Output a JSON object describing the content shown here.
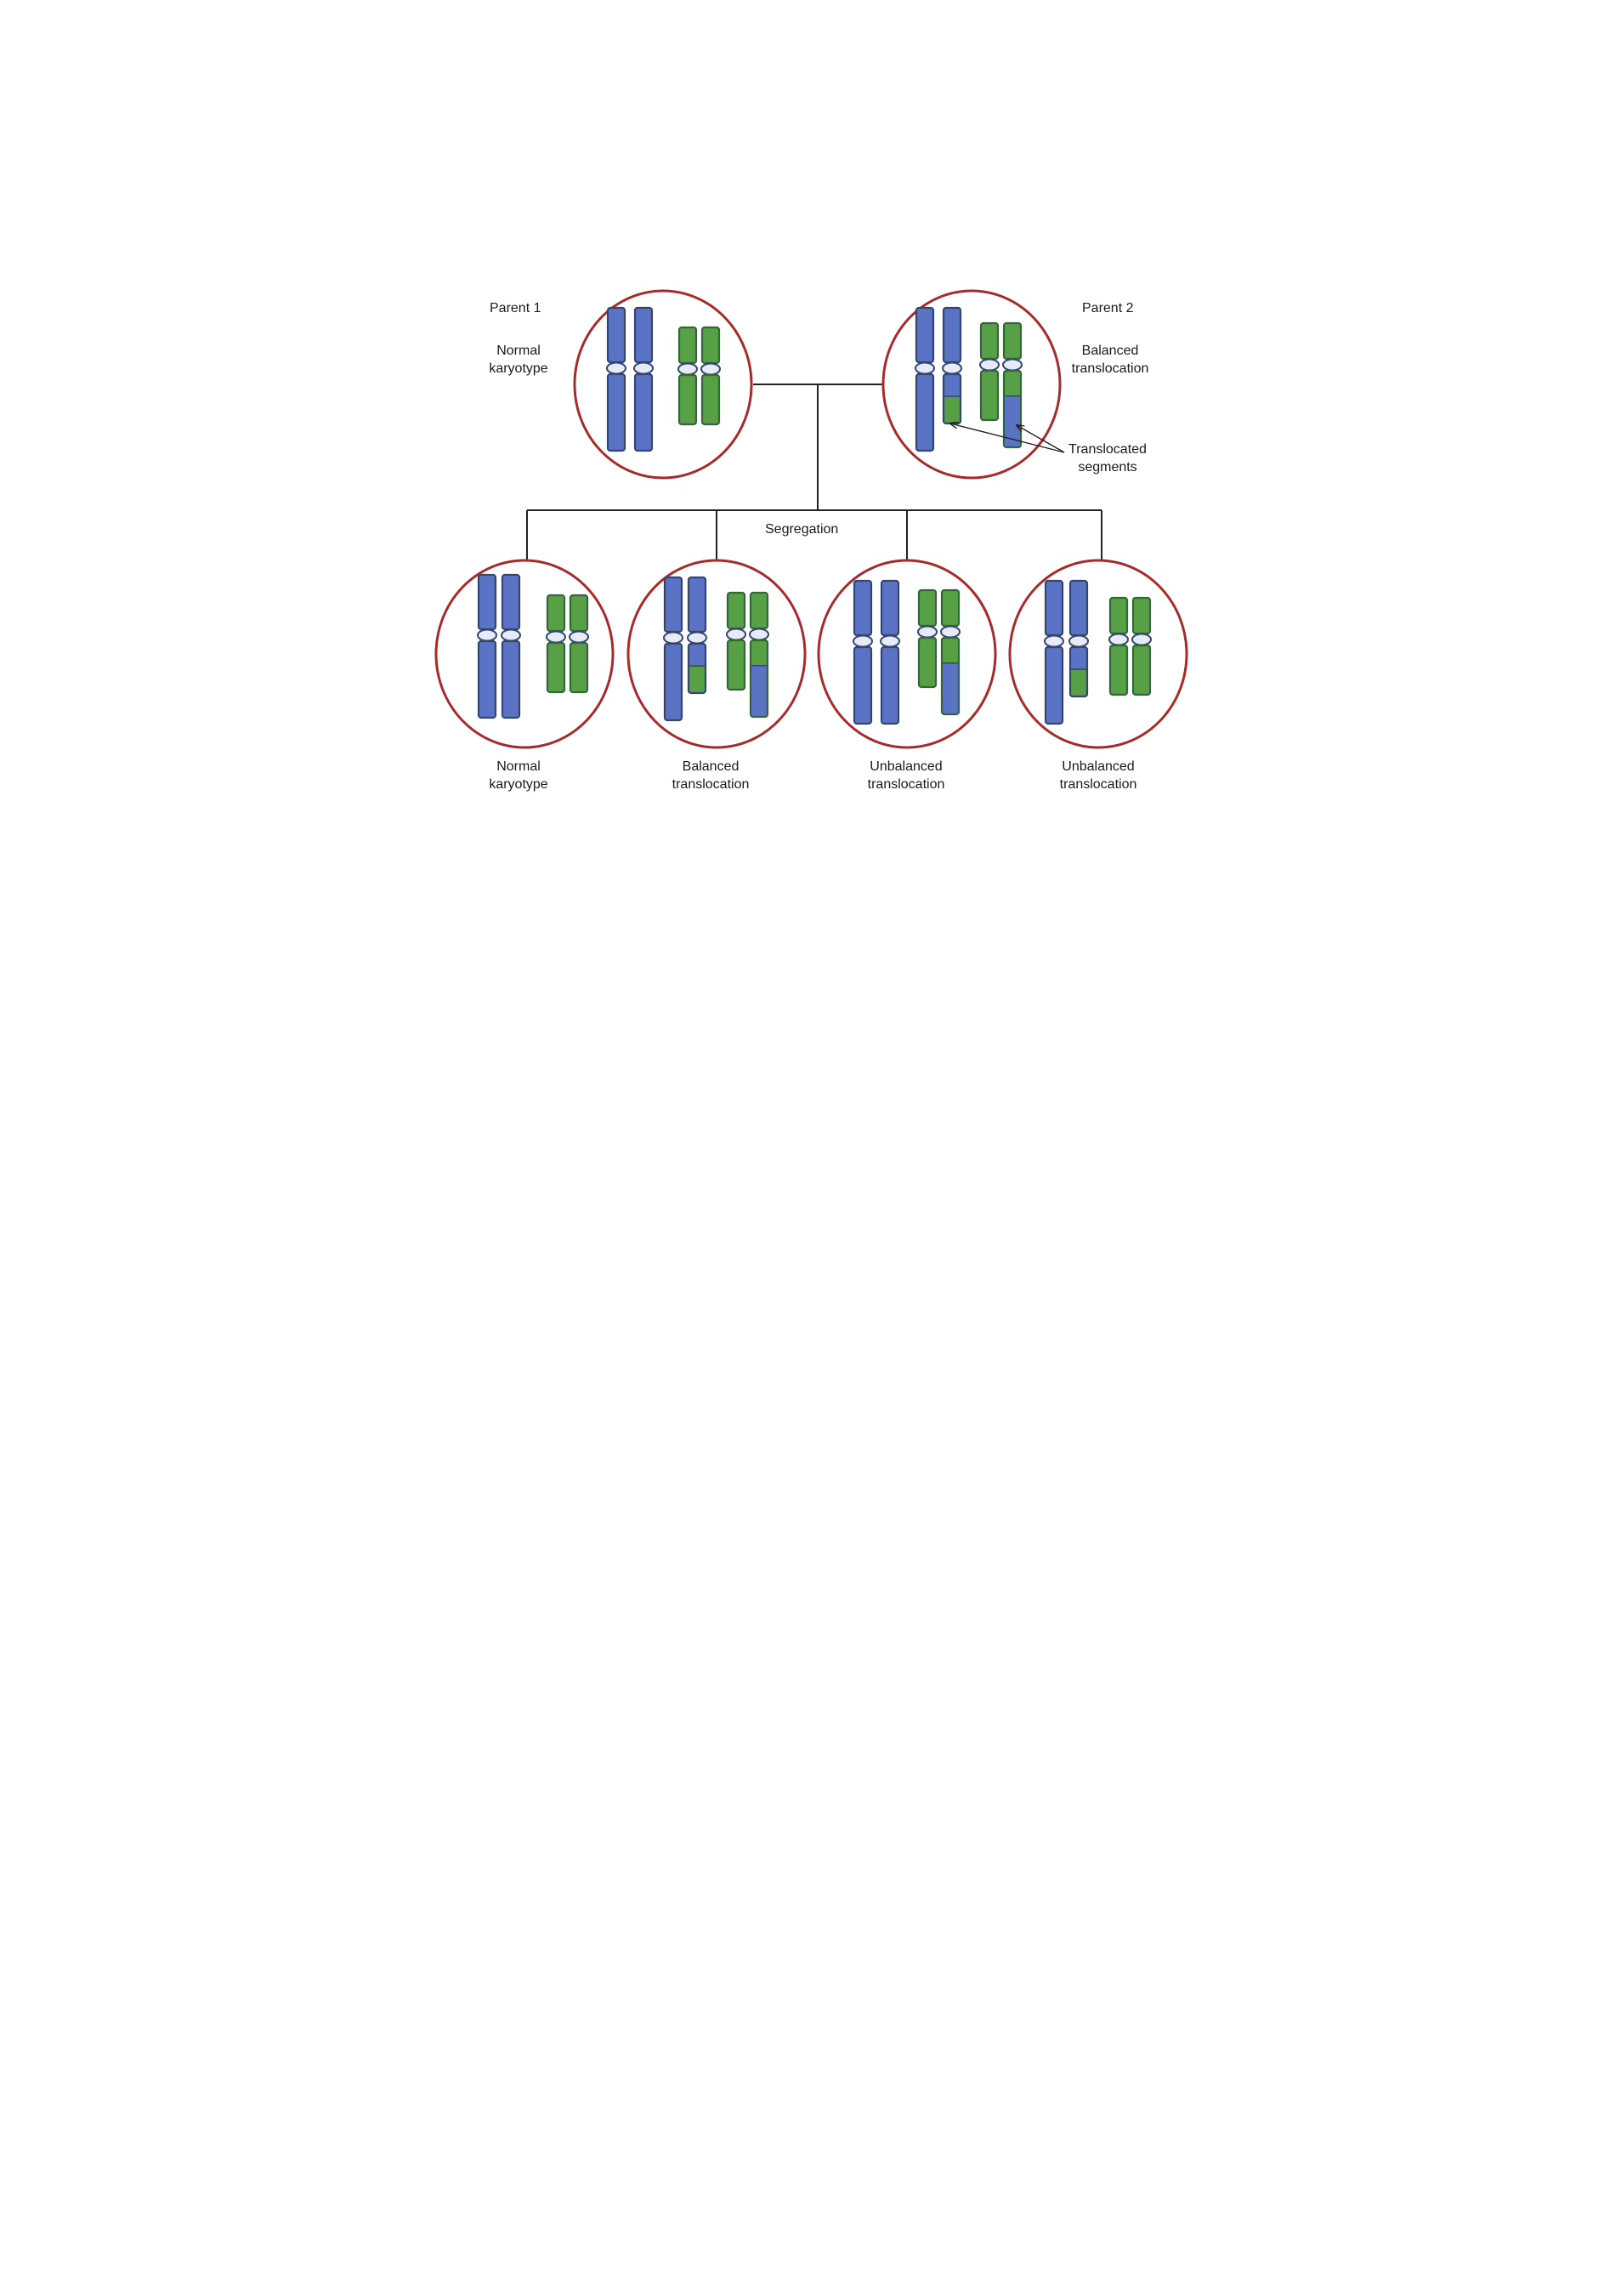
{
  "colors": {
    "blue_fill": "#5b73c4",
    "green_fill": "#57a046",
    "chromosome_stroke": "#34456e",
    "green_stroke": "#35653a",
    "centromere_fill": "#e6ebf7",
    "circle_stroke": "#a82a2a",
    "line": "#222222"
  },
  "parents": [
    {
      "name": "Parent 1",
      "karyotype_line1": "Normal",
      "karyotype_line2": "karyotype",
      "state": "normal"
    },
    {
      "name": "Parent 2",
      "karyotype_line1": "Balanced",
      "karyotype_line2": "translocation",
      "state": "balanced",
      "annotation_line1": "Translocated",
      "annotation_line2": "segments"
    }
  ],
  "process_label": "Segregation",
  "offspring": [
    {
      "line1": "Normal",
      "line2": "karyotype",
      "state": "normal"
    },
    {
      "line1": "Balanced",
      "line2": "translocation",
      "state": "balanced"
    },
    {
      "line1": "Unbalanced",
      "line2": "translocation",
      "state": "unbalanced-a"
    },
    {
      "line1": "Unbalanced",
      "line2": "translocation",
      "state": "unbalanced-b"
    }
  ]
}
